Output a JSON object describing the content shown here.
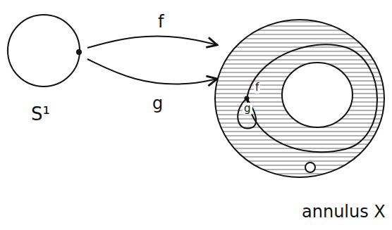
{
  "diagram": {
    "nodes": [
      {
        "text": [
          "S¹"
        ]
      },
      {
        "text": [
          "annulus X"
        ]
      }
    ],
    "edges": [
      {
        "from": 0,
        "to": 1,
        "arrow": "to",
        "label": "f"
      },
      {
        "from": 0,
        "to": 1,
        "arrow": "to",
        "label": "g"
      }
    ],
    "labels": [
      "f",
      "g"
    ]
  }
}
